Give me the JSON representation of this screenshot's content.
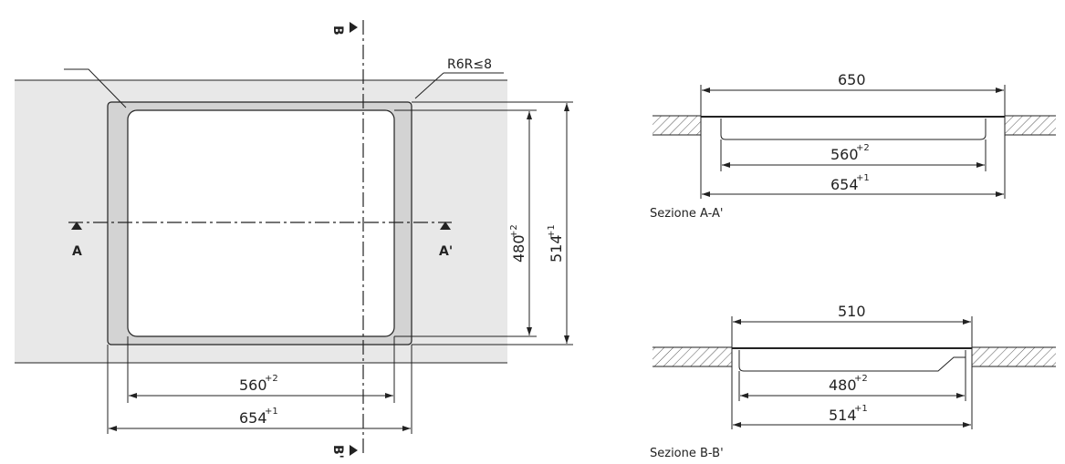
{
  "plan": {
    "label_a": "A",
    "label_a_prime": "A'",
    "label_b": "B",
    "label_b_prime": "B'",
    "radius_note": "R6R≤8",
    "dim_inner_height": "480",
    "dim_inner_height_tol": "+2",
    "dim_outer_height": "514",
    "dim_outer_height_tol": "+1",
    "dim_inner_width": "560",
    "dim_inner_width_tol": "+2",
    "dim_outer_width": "654",
    "dim_outer_width_tol": "+1"
  },
  "section_a": {
    "title": "Sezione A-A'",
    "dim_top": "650",
    "dim_middle": "560",
    "dim_middle_tol": "+2",
    "dim_bottom": "654",
    "dim_bottom_tol": "+1"
  },
  "section_b": {
    "title": "Sezione B-B'",
    "dim_top": "510",
    "dim_middle": "480",
    "dim_middle_tol": "+2",
    "dim_bottom": "514",
    "dim_bottom_tol": "+1"
  },
  "colors": {
    "counter_fill": "#e8e8e8",
    "frame_fill": "#d3d3d3",
    "line": "#222222"
  }
}
